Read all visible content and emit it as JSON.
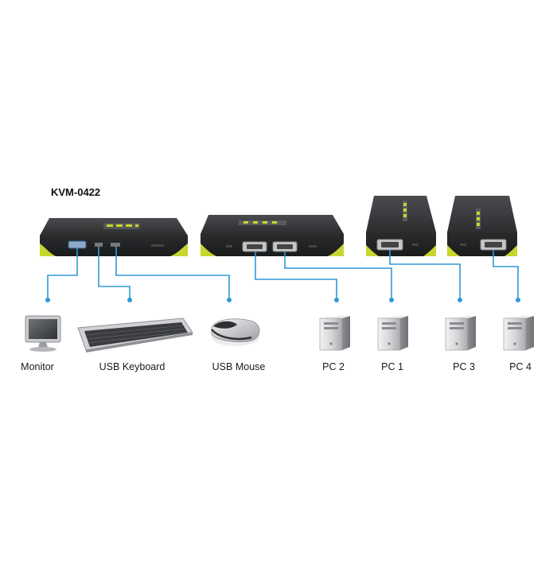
{
  "model": "KVM-0422",
  "labels": {
    "monitor": "Monitor",
    "keyboard": "USB Keyboard",
    "mouse": "USB Mouse",
    "pc2": "PC 2",
    "pc1": "PC 1",
    "pc3": "PC 3",
    "pc4": "PC 4"
  },
  "colors": {
    "device_body": "#2e2f31",
    "device_top": "#3a3b3d",
    "accent_lime": "#c8d630",
    "cable_blue": "#2f9ad6",
    "tower_light": "#d9dadc",
    "tower_dark": "#9a9ca0"
  }
}
